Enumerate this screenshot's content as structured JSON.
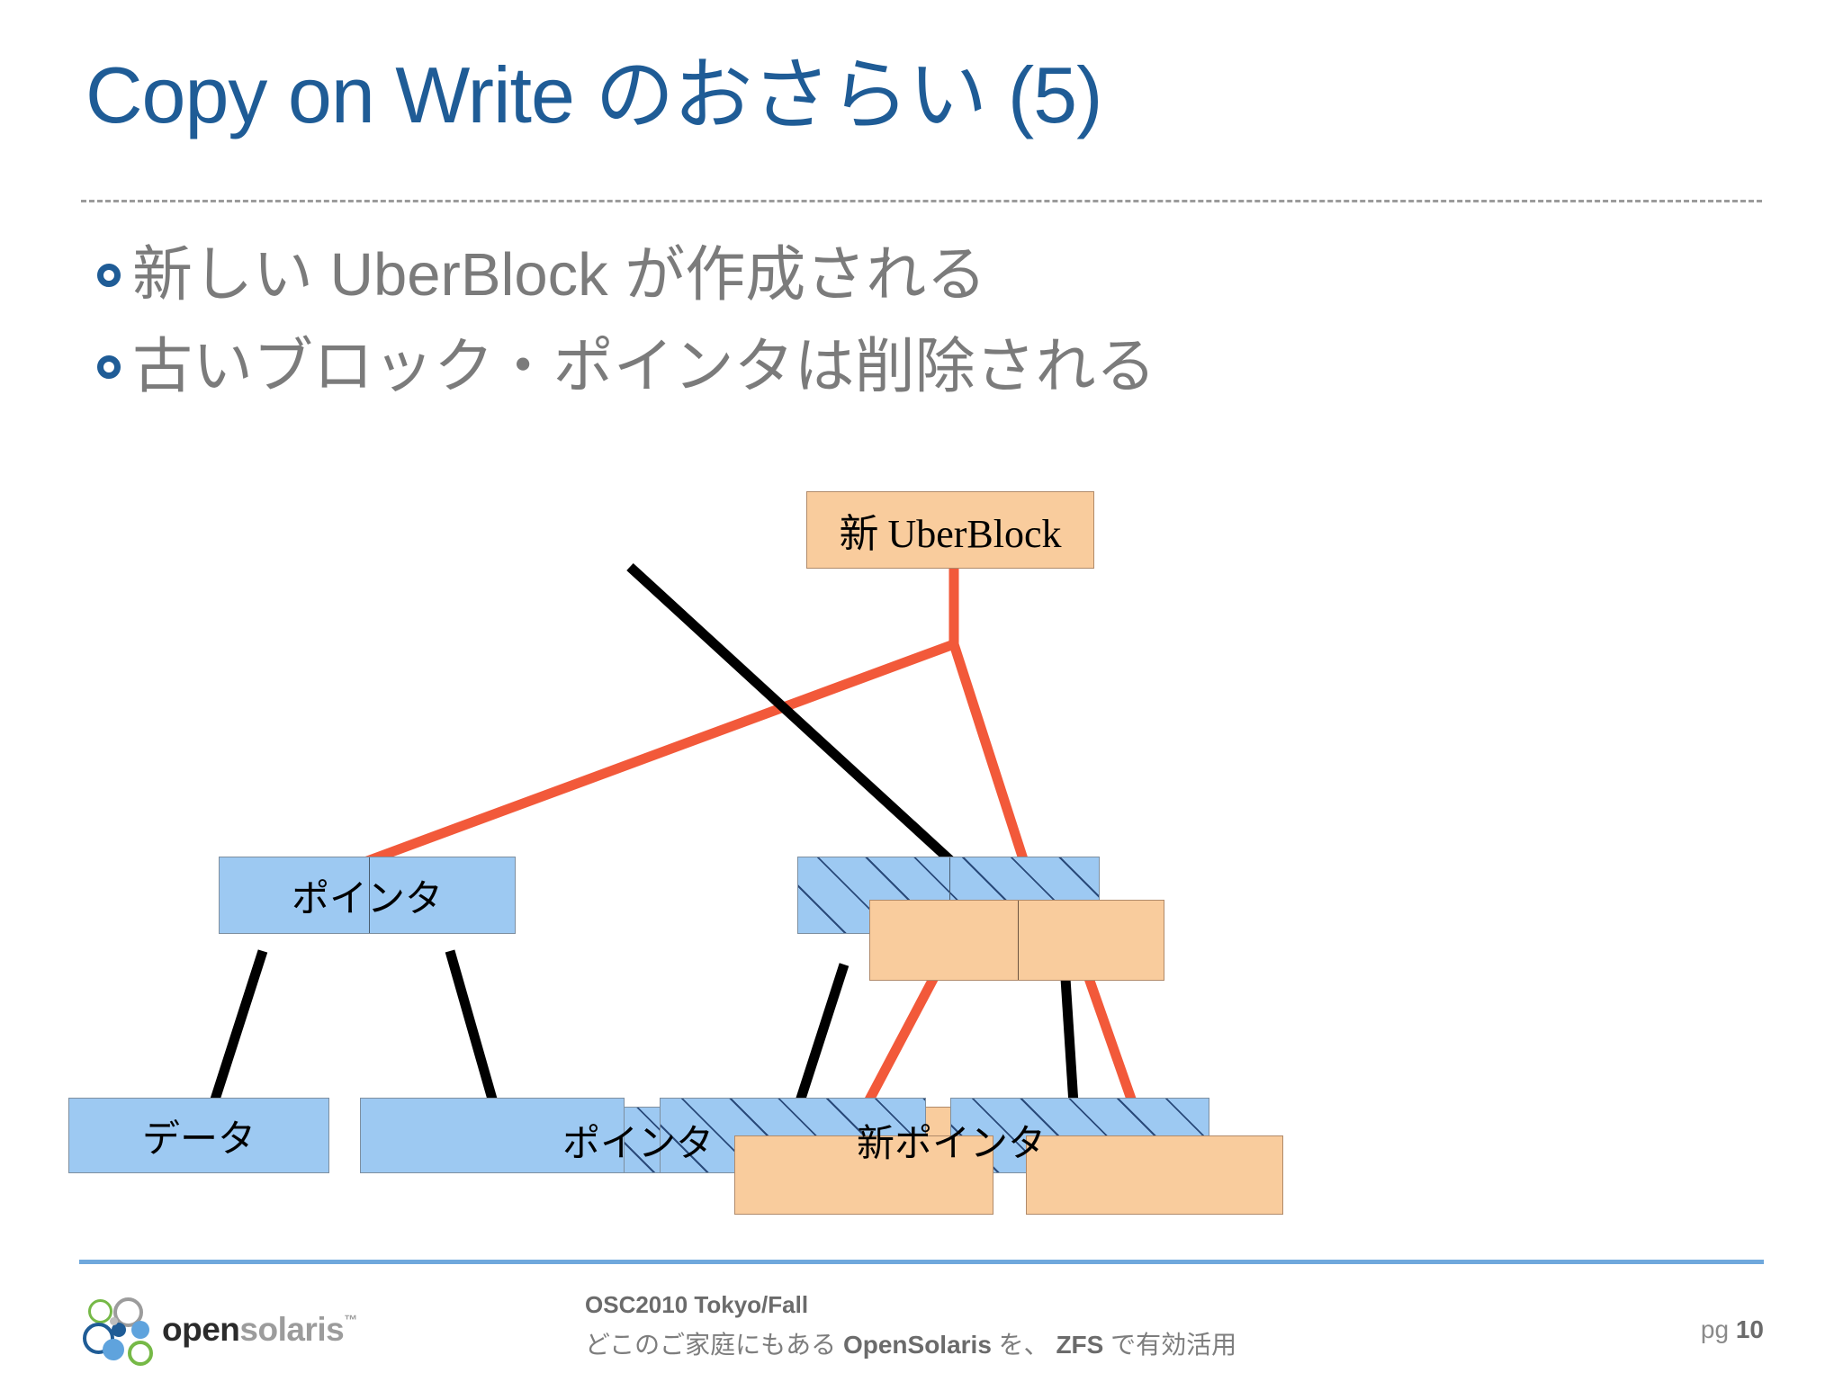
{
  "slide": {
    "title": "Copy on Write のおさらい (5)",
    "title_color": "#1F5C96",
    "divider_color": "#9b9b9b"
  },
  "bullets": [
    {
      "marker": "ring-bullet-icon",
      "text": "新しい UberBlock が作成される"
    },
    {
      "marker": "ring-bullet-icon",
      "text": "古いブロック・ポインタは削除される"
    }
  ],
  "diagram": {
    "colors": {
      "blue_fill": "#9DC9F2",
      "orange_fill": "#F9CC9D",
      "new_link": "#F2593A",
      "old_link": "#000000",
      "hatch": "#2a4a7a"
    },
    "nodes": {
      "new_uberblock": {
        "label_jp": "新",
        "label_en": "UberBlock",
        "style": "orange"
      },
      "old_pointer_top": {
        "label": "ポインタ",
        "style": "blue-hatched"
      },
      "new_pointer": {
        "label": "新ポインタ",
        "style": "orange"
      },
      "old_pointer_left": {
        "label": "ポインタ",
        "style": "blue"
      },
      "old_pointer_right": {
        "label": "",
        "style": "blue-hatched"
      },
      "new_pointer_mid": {
        "label": "",
        "style": "orange"
      },
      "data_left": {
        "label": "データ",
        "style": "blue"
      },
      "data_left2": {
        "label": "",
        "style": "blue"
      },
      "old_data_a": {
        "label": "",
        "style": "blue-hatched"
      },
      "old_data_b": {
        "label": "",
        "style": "blue-hatched"
      },
      "new_data_a": {
        "label": "",
        "style": "orange"
      },
      "new_data_b": {
        "label": "",
        "style": "orange"
      }
    }
  },
  "footer": {
    "logo_text_open": "open",
    "logo_text_solaris": "solaris",
    "logo_tm": "™",
    "event": "OSC2010 Tokyo/Fall",
    "subtitle_part1": "どこのご家庭にもある ",
    "subtitle_bold1": "OpenSolaris",
    "subtitle_part2": " を、 ",
    "subtitle_bold2": "ZFS",
    "subtitle_part3": " で有効活用",
    "page_label": "pg ",
    "page_number": "10",
    "rule_color": "#6FA8DC"
  }
}
